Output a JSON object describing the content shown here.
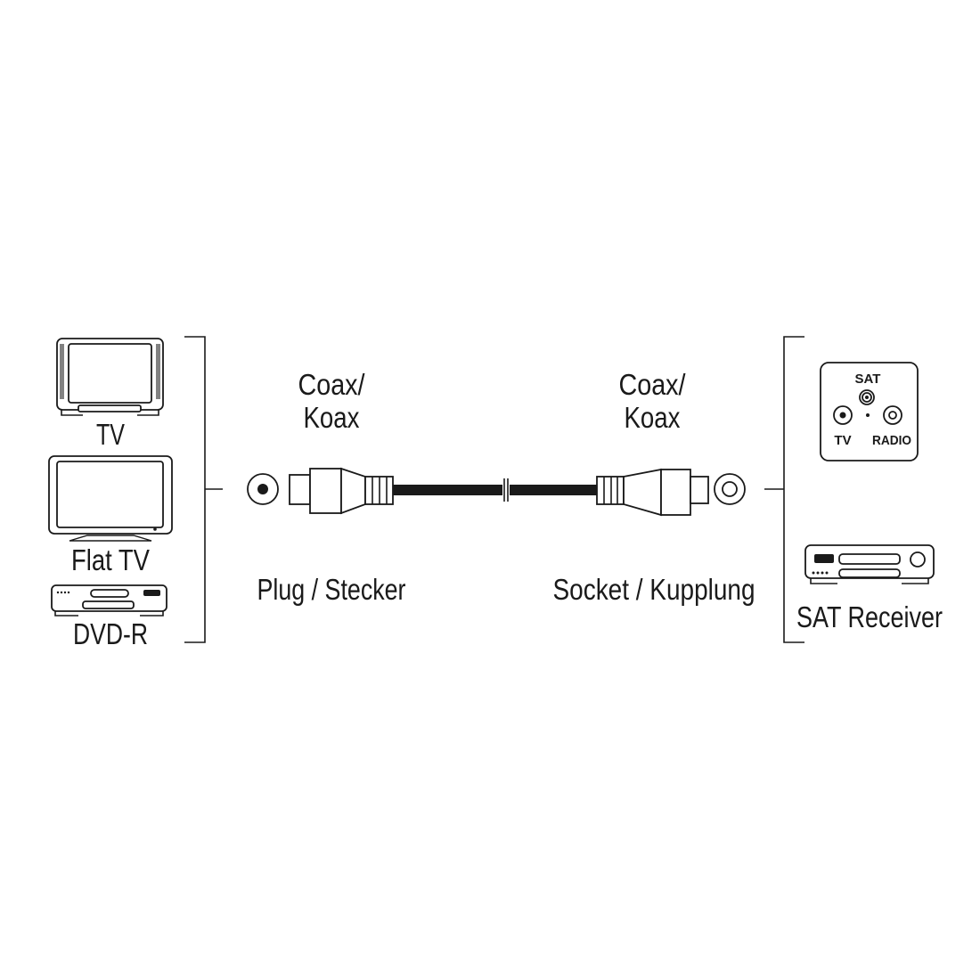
{
  "left_devices": {
    "tv": "TV",
    "flat_tv": "Flat TV",
    "dvd_r": "DVD-R"
  },
  "plug": {
    "type_line1": "Coax/",
    "type_line2": "Koax",
    "label": "Plug / Stecker"
  },
  "socket": {
    "type_line1": "Coax/",
    "type_line2": "Koax",
    "label": "Socket / Kupplung"
  },
  "right_devices": {
    "wall_plate": {
      "sat": "SAT",
      "tv": "TV",
      "radio": "RADIO"
    },
    "receiver": "SAT Receiver"
  }
}
